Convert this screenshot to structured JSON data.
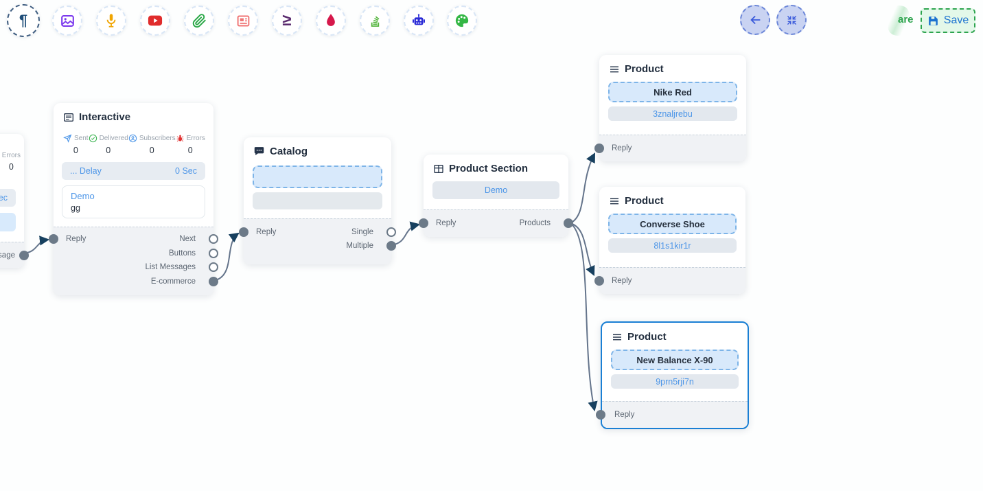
{
  "colors": {
    "accent_blue": "#1a7fd4",
    "link_blue": "#4d96e8",
    "green": "#2da44e",
    "edge_line": "#64748b",
    "arrow_head": "#17405f",
    "node_footer": "#f0f2f5",
    "dashed_box_bg": "#d8e9fb",
    "chip_bg": "#e3e8ee"
  },
  "toolbar": {
    "icons": [
      "pilcrow-icon",
      "image-icon",
      "microphone-icon",
      "youtube-icon",
      "paperclip-icon",
      "newspaper-icon",
      "greater-equal-icon",
      "droplet-icon",
      "stack-icon",
      "robot-icon",
      "palette-icon"
    ],
    "greater_equal_glyph": "≥",
    "pilcrow_glyph": "¶"
  },
  "header": {
    "back_icon": "arrow-left-icon",
    "fit_icon": "compress-icon",
    "share_fragment": "are",
    "save_label": "Save"
  },
  "nodes": {
    "left_partial": {
      "errors_label": "Errors",
      "errors_value": "0",
      "delay_fragment": "Sec",
      "output_fragment": "essage"
    },
    "interactive": {
      "title": "Interactive",
      "stats": [
        {
          "label": "Sent",
          "value": "0"
        },
        {
          "label": "Delivered",
          "value": "0"
        },
        {
          "label": "Subscribers",
          "value": "0"
        },
        {
          "label": "Errors",
          "value": "0"
        }
      ],
      "delay_label": "... Delay",
      "delay_value": "0 Sec",
      "message": {
        "title": "Demo",
        "body": "gg"
      },
      "input": "Reply",
      "outputs": [
        {
          "label": "Next",
          "connected": false
        },
        {
          "label": "Buttons",
          "connected": false
        },
        {
          "label": "List Messages",
          "connected": false
        },
        {
          "label": "E-commerce",
          "connected": true
        }
      ]
    },
    "catalog": {
      "title": "Catalog",
      "input": "Reply",
      "outputs": [
        {
          "label": "Single",
          "connected": false
        },
        {
          "label": "Multiple",
          "connected": true
        }
      ]
    },
    "product_section": {
      "title": "Product Section",
      "button": "Demo",
      "input": "Reply",
      "output": "Products"
    },
    "products": [
      {
        "title": "Product",
        "name": "Nike Red",
        "id": "3znaljrebu",
        "input": "Reply",
        "selected": false
      },
      {
        "title": "Product",
        "name": "Converse Shoe",
        "id": "8l1s1kir1r",
        "input": "Reply",
        "selected": false
      },
      {
        "title": "Product",
        "name": "New Balance X-90",
        "id": "9prn5rji7n",
        "input": "Reply",
        "selected": true
      }
    ]
  }
}
